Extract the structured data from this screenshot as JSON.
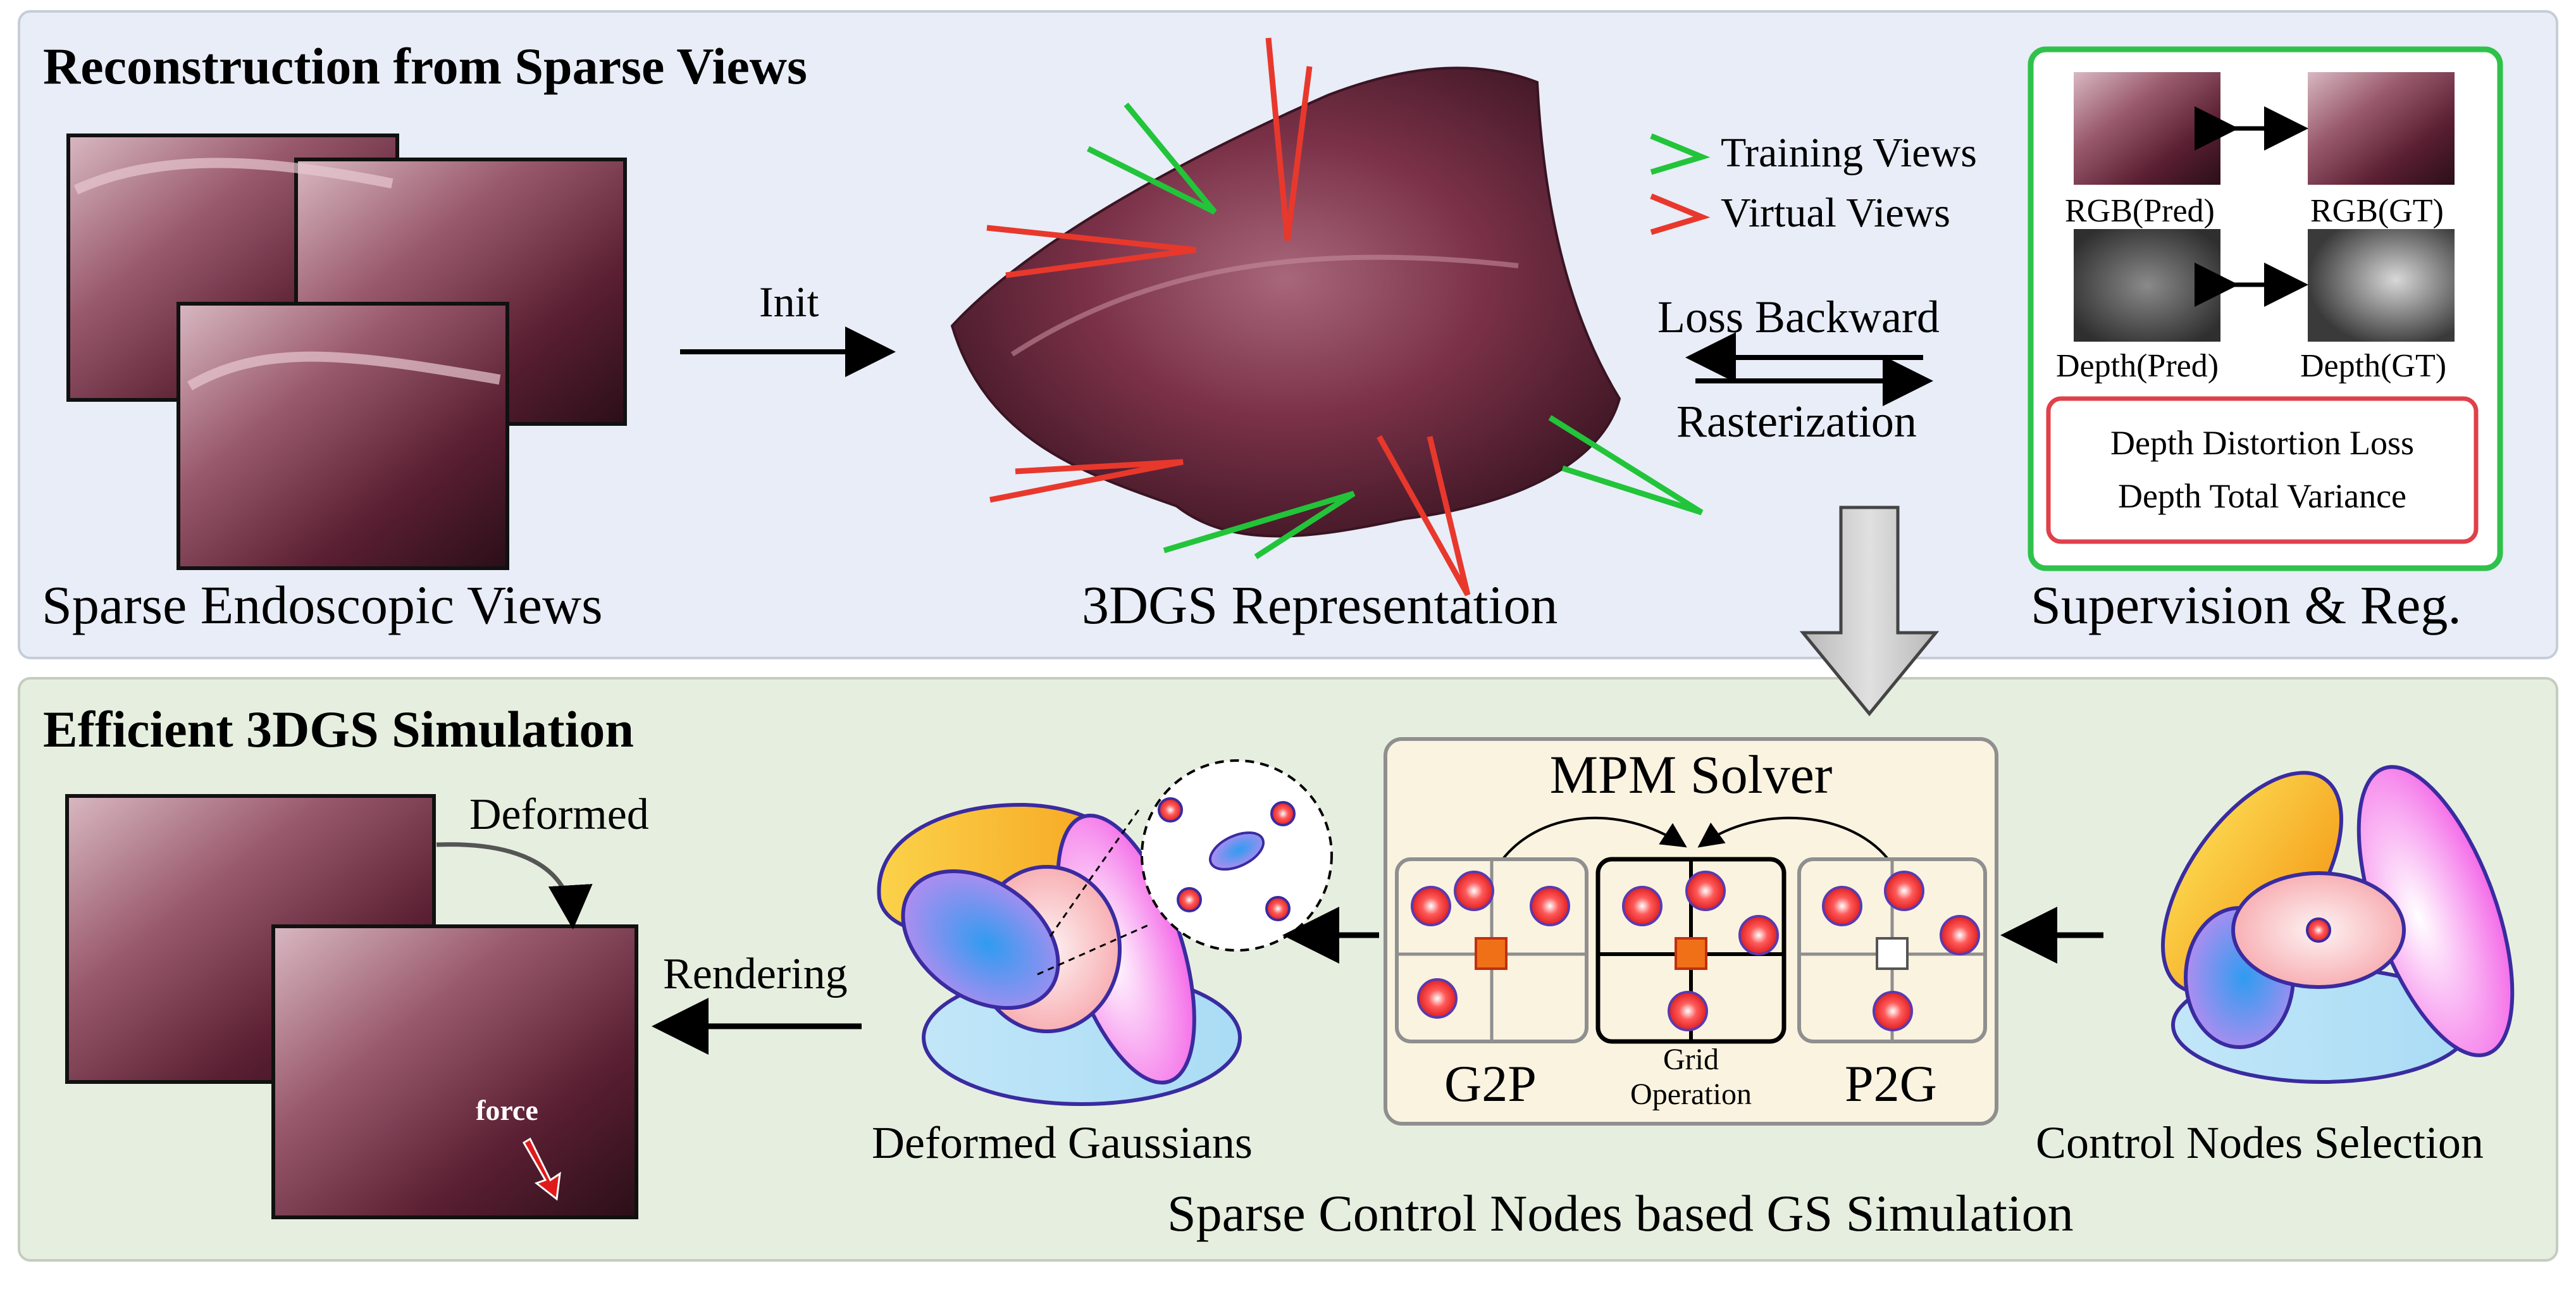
{
  "top_panel": {
    "title": "Reconstruction from Sparse Views",
    "sparse_views_label": "Sparse Endoscopic Views",
    "init_label": "Init",
    "representation_label": "3DGS Representation",
    "legend": {
      "training": "Training Views",
      "virtual": "Virtual Views"
    },
    "loss_backward_label": "Loss Backward",
    "rasterization_label": "Rasterization",
    "supervision": {
      "rgb_pred": "RGB(Pred)",
      "rgb_gt": "RGB(GT)",
      "depth_pred": "Depth(Pred)",
      "depth_gt": "Depth(GT)",
      "loss1": "Depth Distortion Loss",
      "loss2": "Depth Total Variance",
      "label": "Supervision & Reg."
    }
  },
  "bottom_panel": {
    "title": "Efficient 3DGS Simulation",
    "deformed_label": "Deformed",
    "force_label": "force",
    "rendering_label": "Rendering",
    "gaussians_label": "Deformed Gaussians",
    "solver": {
      "title": "MPM Solver",
      "g2p": "G2P",
      "grid_line1": "Grid",
      "grid_line2": "Operation",
      "p2g": "P2G"
    },
    "control_label": "Control Nodes Selection",
    "caption": "Sparse Control Nodes based GS Simulation"
  },
  "colors": {
    "top_bg": "#e8edf7",
    "bottom_bg": "#e6efdf",
    "training_green": "#22c43a",
    "virtual_red": "#e8382c",
    "tissue": "#6b2a3c"
  }
}
